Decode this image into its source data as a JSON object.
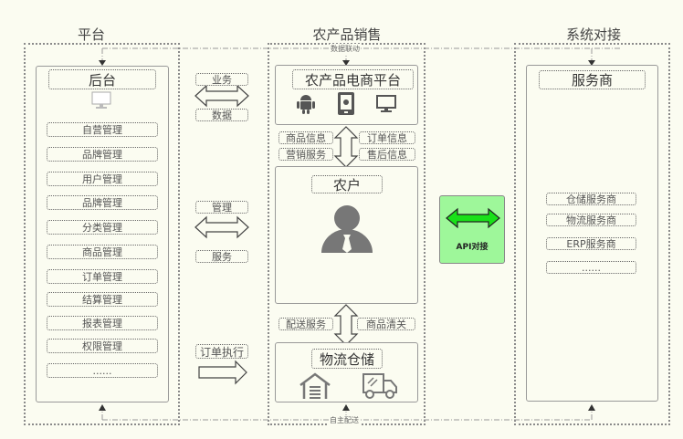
{
  "sections": {
    "platform": {
      "title": "平台",
      "panel_title": "后台",
      "items": [
        "自营管理",
        "品牌管理",
        "用户管理",
        "品牌管理",
        "分类管理",
        "商品管理",
        "订单管理",
        "结算管理",
        "报表管理",
        "权限管理",
        "......"
      ]
    },
    "sales": {
      "title": "农产品销售",
      "ecommerce": {
        "title": "农产品电商平台",
        "icons": [
          "android-icon",
          "ipad-apple-icon",
          "desktop-monitor-icon"
        ]
      },
      "flow_top": {
        "left": [
          "商品信息",
          "营销服务"
        ],
        "right": [
          "订单信息",
          "售后信息"
        ]
      },
      "farmer": {
        "title": "农户"
      },
      "flow_bottom": {
        "left": "配送服务",
        "right": "商品清关"
      },
      "logistics": {
        "title": "物流仓储",
        "icons": [
          "warehouse-icon",
          "delivery-truck-icon"
        ]
      }
    },
    "integration": {
      "title": "系统对接",
      "panel_title": "服务商",
      "items": [
        "仓储服务商",
        "物流服务商",
        "ERP服务商",
        "......"
      ]
    }
  },
  "connectors": {
    "top_link": "数据联动",
    "bottom_link": "自主配送",
    "platform_sales_1": {
      "top": "业务",
      "bottom": "数据"
    },
    "platform_sales_2": {
      "top": "管理",
      "bottom": "服务"
    },
    "platform_sales_3": {
      "top": "订单执行"
    },
    "api": {
      "label": "API对接",
      "color": "#9ef79a",
      "arrow_color": "#19e119"
    }
  }
}
